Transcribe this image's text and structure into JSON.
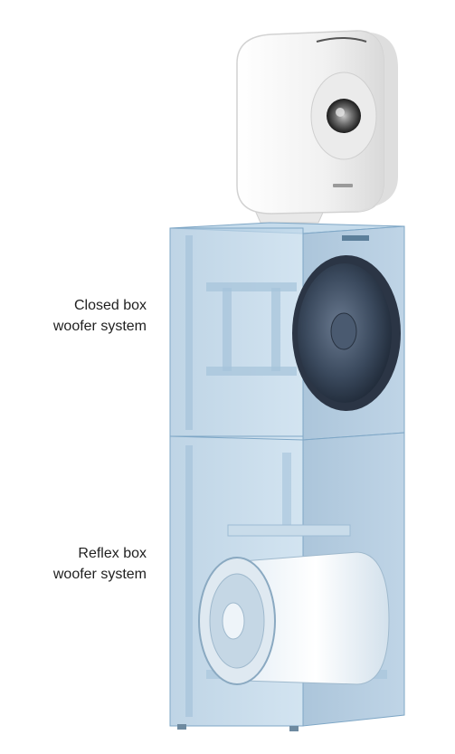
{
  "labels": {
    "closed_box": {
      "line1": "Closed box",
      "line2": "woofer system"
    },
    "reflex_box": {
      "line1": "Reflex box",
      "line2": "woofer system"
    }
  },
  "colors": {
    "cabinet_fill": "#b9d3e6",
    "cabinet_edge": "#7fa7c6",
    "monitor_body": "#f2f2f2",
    "woofer_cone": "#3d4a5c",
    "label_text": "#1f1f1f"
  },
  "icons": [
    "studio-monitor",
    "closed-box-woofer",
    "reflex-box-woofer",
    "port-tube"
  ]
}
